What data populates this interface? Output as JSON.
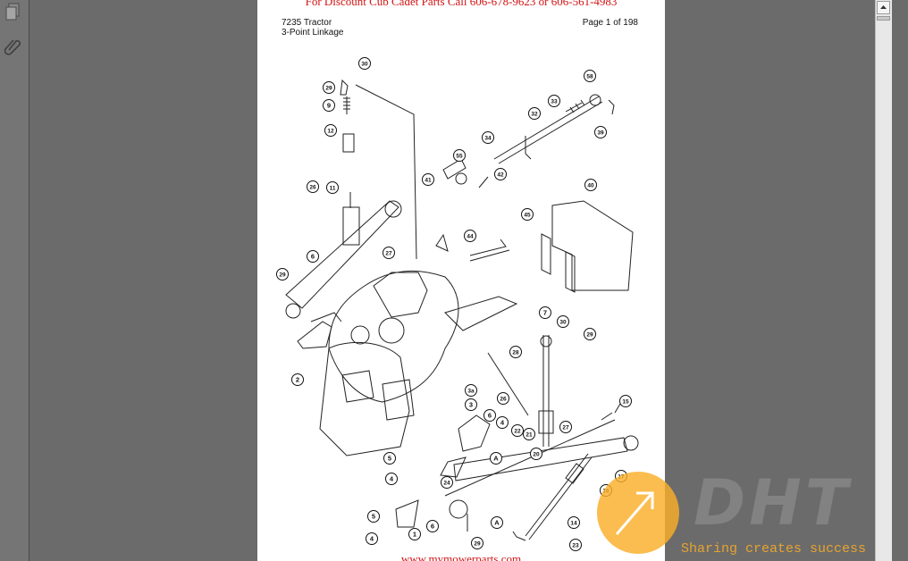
{
  "promo_top": "For  Discount Cub Cadet Parts Call 606-678-9623 or 606-561-4983",
  "document": {
    "model": "7235 Tractor",
    "section": "3-Point Linkage",
    "page_indicator": "Page 1 of 198"
  },
  "promo_bottom": "www.mymowerparts.com",
  "callouts": [
    "30",
    "29",
    "9",
    "12",
    "26",
    "11",
    "27",
    "6",
    "29",
    "2",
    "32",
    "58",
    "33",
    "39",
    "34",
    "55",
    "41",
    "42",
    "40",
    "45",
    "44",
    "7",
    "30",
    "29",
    "28",
    "3a",
    "3",
    "26",
    "6",
    "4",
    "22",
    "21",
    "20",
    "27",
    "5",
    "4",
    "24",
    "A",
    "15",
    "17",
    "16",
    "14",
    "23",
    "29",
    "6",
    "1",
    "A",
    "5",
    "4"
  ],
  "icons": {
    "pages_panel": "pages-icon",
    "attachments_panel": "paperclip-icon",
    "scroll_up": "scroll-up-arrow-icon"
  },
  "watermark": {
    "logo_text": "DHT",
    "tagline": "Sharing creates success",
    "accent": "#f5a623"
  },
  "colors": {
    "promo_red": "#d21414",
    "viewer_background": "#6b6b6b",
    "page_background": "#ffffff"
  }
}
